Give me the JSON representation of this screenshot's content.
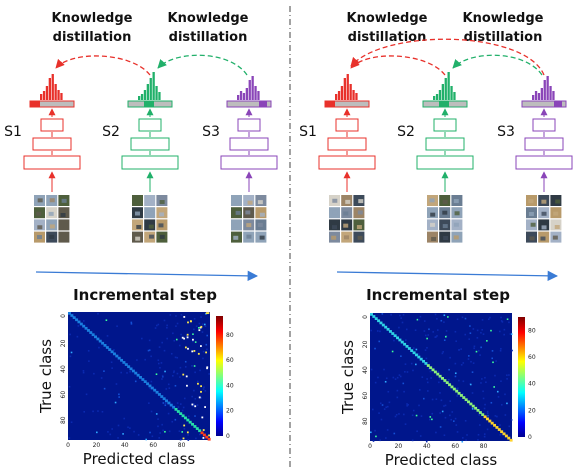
{
  "panels": [
    {
      "kd_labels": [
        "Knowledge\ndistillation",
        "Knowledge\ndistillation"
      ],
      "stage_labels": [
        "S1",
        "S2",
        "S3"
      ],
      "step_label": "Incremental step",
      "heatmap": {
        "ylabel": "True class",
        "xlabel": "Predicted class",
        "xticks": [
          "0",
          "20",
          "40",
          "60",
          "80"
        ],
        "yticks": [
          "0",
          "20",
          "40",
          "60",
          "80"
        ],
        "colorbar_ticks": [
          "0",
          "20",
          "40",
          "60",
          "80"
        ],
        "colorbar_range": [
          0,
          95
        ]
      }
    },
    {
      "kd_labels": [
        "Knowledge\ndistillation",
        "Knowledge\ndistillation"
      ],
      "stage_labels": [
        "S1",
        "S2",
        "S3"
      ],
      "step_label": "Incremental step",
      "heatmap": {
        "ylabel": "True class",
        "xlabel": "Predicted class",
        "xticks": [
          "0",
          "20",
          "40",
          "60",
          "80"
        ],
        "yticks": [
          "0",
          "20",
          "40",
          "60",
          "80"
        ],
        "colorbar_ticks": [
          "0",
          "20",
          "40",
          "60",
          "80"
        ],
        "colorbar_range": [
          0,
          90
        ]
      }
    }
  ],
  "colors": {
    "s1": "#e8312b",
    "s2": "#21b06a",
    "s3": "#8a45b8",
    "arrow_blue": "#3a7bd5",
    "heatmap_bg": "#00168c"
  }
}
